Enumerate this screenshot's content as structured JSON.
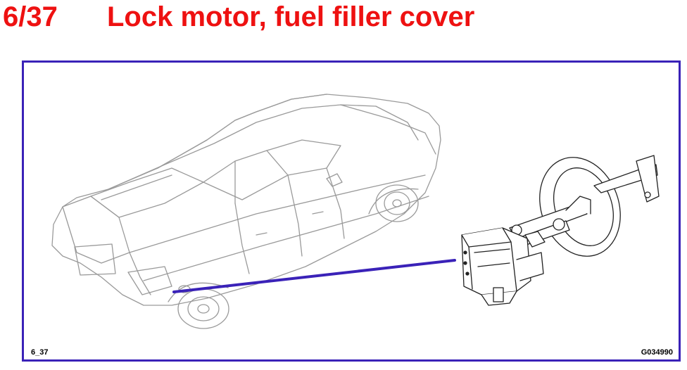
{
  "header": {
    "number": "6/37",
    "title": "Lock motor, fuel filler cover"
  },
  "figure": {
    "number": "6_37",
    "code": "G034990",
    "illustration": "vehicle rear three-quarter line drawing with callout to lock motor unit"
  },
  "colors": {
    "title": "#ee1111",
    "frame": "#3a22b8",
    "callout_line": "#3a22b8",
    "line_art": "#9a9a9a",
    "part_art": "#222222"
  }
}
